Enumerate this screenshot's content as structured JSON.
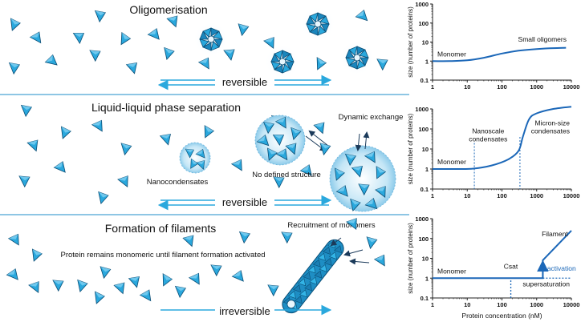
{
  "panels": [
    {
      "title": "Oligomerisation",
      "arrow_label": "reversible",
      "arrow_type": "double",
      "annotations": [],
      "chart": {
        "curve_labels": [
          "Monomer",
          "Small oligomers"
        ],
        "threshold_labels": []
      }
    },
    {
      "title": "Liquid-liquid phase separation",
      "arrow_label": "reversible",
      "arrow_type": "double",
      "annotations": [
        "Nanocondensates",
        "No defined structure",
        "Dynamic exchange"
      ],
      "chart": {
        "curve_labels": [
          "Monomer",
          "Nanoscale condensates",
          "Micron-size condensates"
        ],
        "threshold_labels": []
      }
    },
    {
      "title": "Formation of filaments",
      "arrow_label": "irreversible",
      "arrow_type": "single",
      "annotations": [
        "Recruitment of monomers",
        "Protein remains monomeric until filament formation activated"
      ],
      "chart": {
        "curve_labels": [
          "Monomer",
          "Filament"
        ],
        "threshold_labels": [
          "Csat",
          "activation",
          "supersaturation"
        ]
      }
    }
  ],
  "axes": {
    "ylabel": "size (number of proteins)",
    "xlabel": "Protein concentration (nM)",
    "x_ticks": [
      "1",
      "10",
      "100",
      "1000",
      "10000"
    ],
    "y_ticks": [
      "0.1",
      "1",
      "10",
      "100",
      "1000"
    ]
  },
  "colors": {
    "curve": "#1b67b8",
    "protein_fill": "#2aa8dd",
    "protein_dark": "#0d5f8f",
    "condensate": "#9fd4ee",
    "arrow": "#2aa8dd",
    "divider": "#4aa3d4"
  },
  "chart_data": [
    {
      "type": "line",
      "xscale": "log",
      "yscale": "log",
      "xlim": [
        1,
        10000
      ],
      "ylim": [
        0.1,
        1000
      ],
      "ylabel": "size (number of proteins)",
      "series": [
        {
          "x": [
            1,
            3,
            10,
            30,
            100,
            300,
            1000,
            3000,
            7000
          ],
          "y": [
            1,
            1,
            1.1,
            1.5,
            2.5,
            3.5,
            4.3,
            4.8,
            5
          ]
        }
      ]
    },
    {
      "type": "line",
      "xscale": "log",
      "yscale": "log",
      "xlim": [
        1,
        10000
      ],
      "ylim": [
        0.1,
        1000
      ],
      "ylabel": "size (number of proteins)",
      "series": [
        {
          "x": [
            1,
            5,
            15,
            50,
            150,
            300,
            400,
            600,
            1000,
            3000,
            10000
          ],
          "y": [
            1,
            1,
            1.05,
            1.5,
            3,
            8,
            40,
            300,
            600,
            1000,
            1300
          ]
        }
      ],
      "dotted_markers_x": [
        16,
        330
      ]
    },
    {
      "type": "line",
      "xscale": "log",
      "yscale": "log",
      "xlim": [
        1,
        10000
      ],
      "ylim": [
        0.1,
        1000
      ],
      "ylabel": "size (number of proteins)",
      "xlabel": "Protein concentration (nM)",
      "series": [
        {
          "x": [
            1,
            1500,
            1500,
            10000
          ],
          "y": [
            1,
            1,
            8,
            250
          ]
        }
      ],
      "dotted_segments": [
        {
          "x": [
            180,
            180
          ],
          "y": [
            0.1,
            1
          ]
        },
        {
          "x": [
            1500,
            10000
          ],
          "y": [
            1,
            1
          ]
        }
      ],
      "csat_x": 180,
      "activation_x": 1500
    }
  ]
}
